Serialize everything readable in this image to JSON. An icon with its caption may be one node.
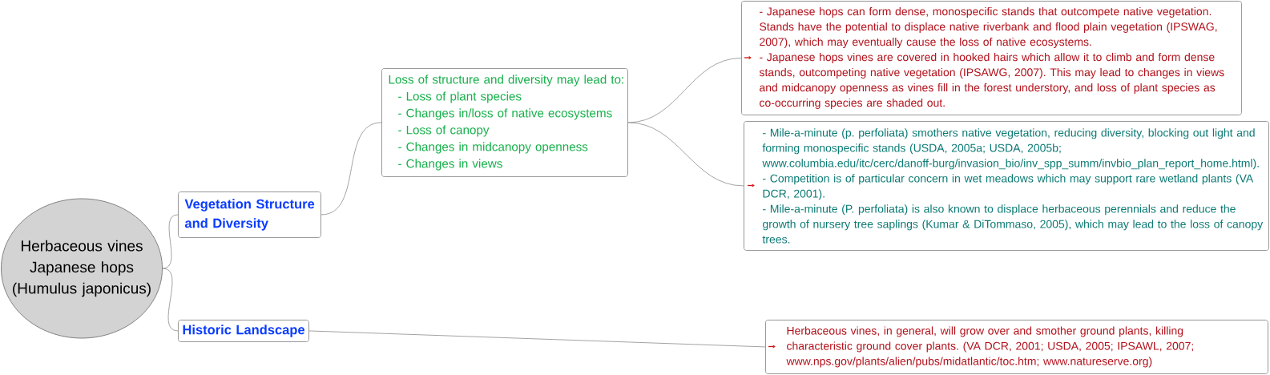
{
  "diagram": {
    "nodes": [
      {
        "text": [
          "Herbaceous vines Japanese hops (Humulus japonicus)"
        ]
      },
      {
        "text": [
          "Vegetation Structure and Diversity"
        ]
      },
      {
        "text": [
          "Historic Landscape"
        ]
      },
      {
        "text": [
          "Loss of structure and diversity may lead to:",
          "- Loss of plant species",
          "- Changes in/loss of native ecosystems",
          "- Loss of canopy",
          "- Changes in midcanopy openness",
          "- Changes in views"
        ]
      },
      {
        "text": [
          "- Japanese hops can form dense, monospecific stands that outcompete native vegetation. Stands have the potential to displace native riverbank and flood plain vegetation (IPSWAG, 2007), which may eventually cause the loss of native ecosystems.",
          "- Japanese hops vines are covered in hooked hairs which allow it to climb and form dense stands, outcompeting native vegetation (IPSAWG, 2007). This may lead to changes in views and midcanopy openness as vines fill in the forest understory, and loss of plant species as co-occurring species are shaded out."
        ]
      },
      {
        "text": [
          "- Mile-a-minute (p. perfoliata) smothers native vegetation, reducing diversity, blocking out light and forming monospecific stands (USDA, 2005a; USDA, 2005b; www.columbia.edu/itc/cerc/danoff-burg/invasion_bio/inv_spp_summ/invbio_plan_report_home.html).",
          "- Competition is of particular concern in wet meadows which may support rare wetland plants (VA DCR, 2001).",
          "- Mile-a-minute (P. perfoliata) is also known to displace herbaceous perennials and reduce the growth of nursery tree saplings (Kumar & DiTommaso, 2005), which may lead to the loss of canopy trees."
        ]
      },
      {
        "text": [
          "Herbaceous vines, in general, will grow over and smother ground plants, killing characteristic ground cover plants. (VA DCR, 2001; USDA, 2005; IPSAWL, 2007; www.nps.gov/plants/alien/pubs/midatlantic/toc.htm; www.natureserve.org)"
        ]
      }
    ],
    "edges": [
      {
        "from": 0,
        "to": 1,
        "arrow": "none"
      },
      {
        "from": 0,
        "to": 2,
        "arrow": "none"
      },
      {
        "from": 1,
        "to": 3,
        "arrow": "none"
      },
      {
        "from": 3,
        "to": 4,
        "arrow": "none"
      },
      {
        "from": 3,
        "to": 5,
        "arrow": "none"
      },
      {
        "from": 2,
        "to": 6,
        "arrow": "none"
      }
    ]
  }
}
